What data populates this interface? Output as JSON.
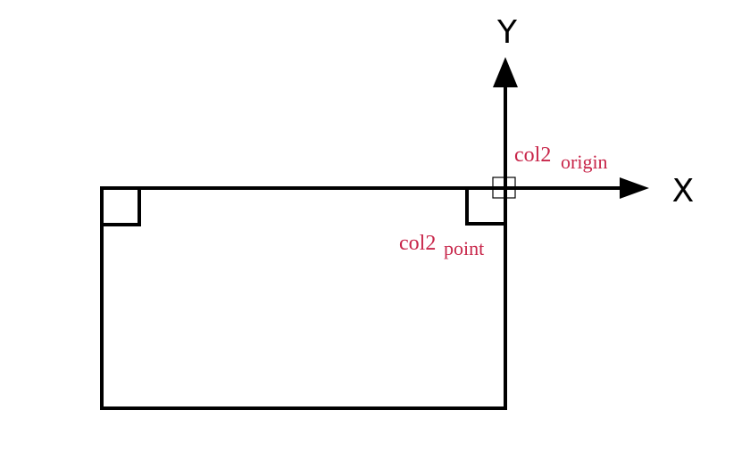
{
  "axes": {
    "x_label": "X",
    "y_label": "Y"
  },
  "labels": {
    "origin_main": "col2",
    "origin_sub": "origin",
    "point_main": "col2",
    "point_sub": "point"
  },
  "colors": {
    "stroke": "#000000",
    "label": "#c8264a",
    "background": "#ffffff"
  }
}
